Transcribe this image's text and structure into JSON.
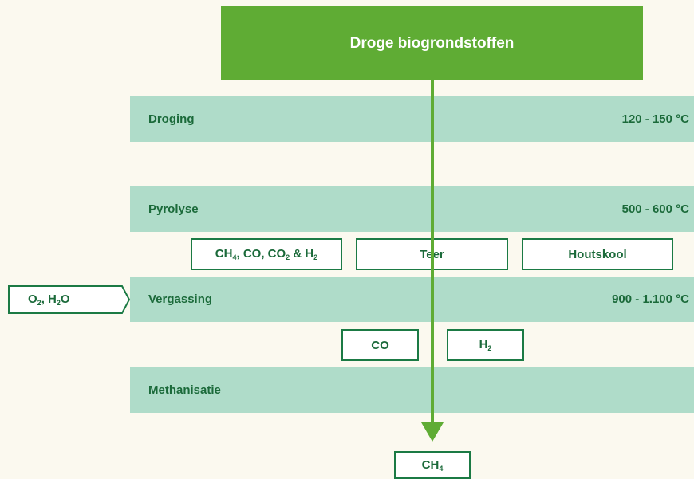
{
  "source": {
    "label": "Droge biogrondstoffen"
  },
  "stages": [
    {
      "name": "Droging",
      "temperature": "120 - 150 °C"
    },
    {
      "name": "Pyrolyse",
      "temperature": "500 - 600 °C"
    },
    {
      "name": "Vergassing",
      "temperature": "900 - 1.100 °C"
    },
    {
      "name": "Methanisatie",
      "temperature": ""
    }
  ],
  "pyrolysis_products": {
    "gases": {
      "ch": "CH",
      "ch_sub": "4",
      "co": ", CO, CO",
      "co_sub": "2",
      "and_h": " & H",
      "h_sub": "2"
    },
    "tar": "Teer",
    "charcoal": "Houtskool"
  },
  "gasification_input": {
    "o": "O",
    "o_sub": "2",
    "sep": ", H",
    "h_sub": "2",
    "tail": "O"
  },
  "gasification_products": {
    "co": "CO",
    "h2": {
      "h": "H",
      "sub": "2"
    }
  },
  "output": {
    "ch": "CH",
    "sub": "4"
  },
  "colors": {
    "primary_green": "#5fac34",
    "stage_band": "#afdcc9",
    "dark_green": "#1b7a44",
    "text_green": "#1b6a3a",
    "background": "#fbf9ef"
  }
}
